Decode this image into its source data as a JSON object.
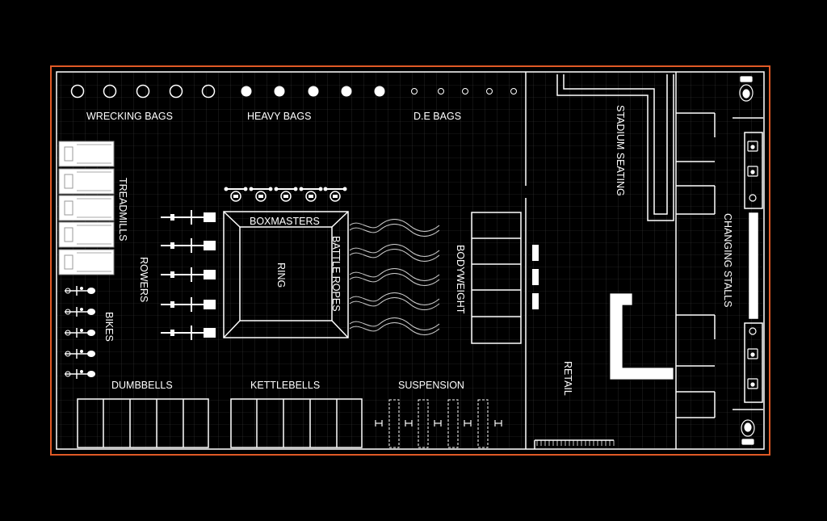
{
  "labels": {
    "wrecking_bags": "WRECKING BAGS",
    "heavy_bags": "HEAVY BAGS",
    "de_bags": "D.E BAGS",
    "stadium_seating": "STADIUM SEATING",
    "treadmills": "TREADMILLS",
    "rowers": "ROWERS",
    "bikes": "BIKES",
    "boxmasters": "BOXMASTERS",
    "ring": "RING",
    "battle_ropes": "BATTLE ROPES",
    "bodyweight": "BODYWEIGHT",
    "changing_stalls": "CHANGING STALLS",
    "retail": "RETAIL",
    "dumbbells": "DUMBBELLS",
    "kettlebells": "KETTLEBELLS",
    "suspension": "SUSPENSION"
  },
  "colors": {
    "background": "#000000",
    "outer_border": "#e05a26",
    "lines": "#ffffff",
    "grid": "#3a3a3a"
  }
}
